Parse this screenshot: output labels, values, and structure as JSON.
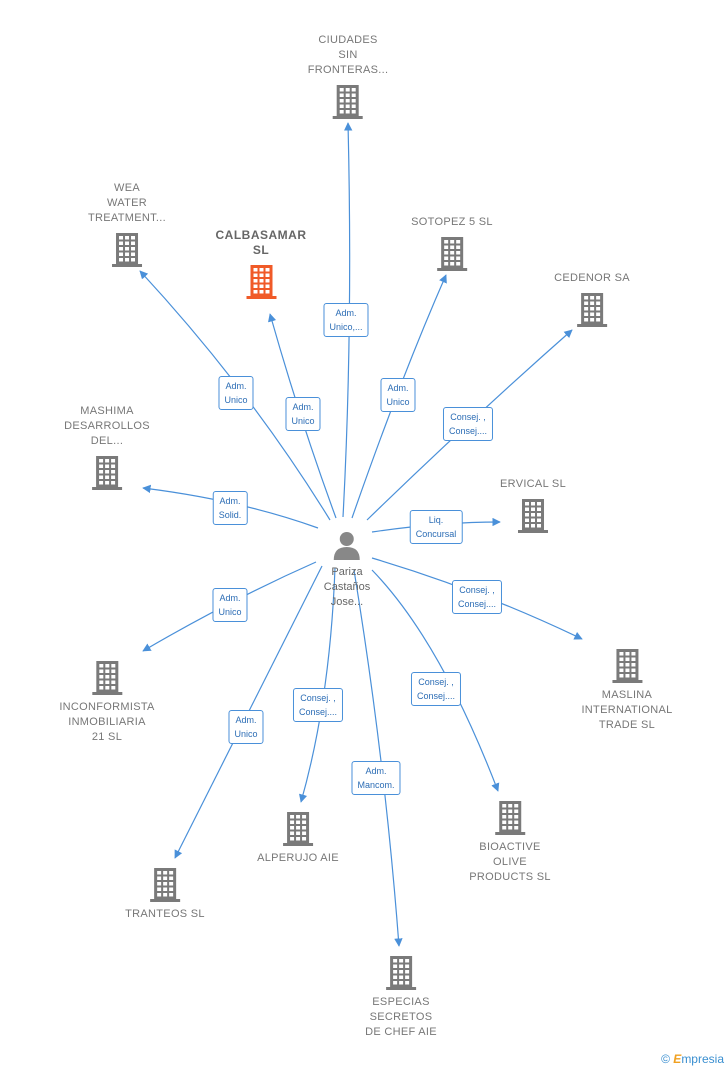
{
  "colors": {
    "edge": "#4a90d9",
    "building": "#7a7a7a",
    "highlight": "#f05a28",
    "person": "#888888"
  },
  "person": {
    "name": "Pariza\nCastaños\nJose...",
    "icon": "person-icon"
  },
  "companies": [
    {
      "id": "ciudades",
      "name": "CIUDADES\nSIN\nFRONTERAS...",
      "icon": "building-icon"
    },
    {
      "id": "wea",
      "name": "WEA\nWATER\nTREATMENT...",
      "icon": "building-icon"
    },
    {
      "id": "calbasamar",
      "name": "CALBASAMAR\nSL",
      "icon": "building-icon",
      "highlight": true
    },
    {
      "id": "sotopez",
      "name": "SOTOPEZ 5 SL",
      "icon": "building-icon"
    },
    {
      "id": "cedenor",
      "name": "CEDENOR SA",
      "icon": "building-icon"
    },
    {
      "id": "mashima",
      "name": "MASHIMA\nDESARROLLOS\nDEL...",
      "icon": "building-icon"
    },
    {
      "id": "ervical",
      "name": "ERVICAL SL",
      "icon": "building-icon"
    },
    {
      "id": "inconformista",
      "name": "INCONFORMISTA\nINMOBILIARIA\n21  SL",
      "icon": "building-icon"
    },
    {
      "id": "maslina",
      "name": "MASLINA\nINTERNATIONAL\nTRADE  SL",
      "icon": "building-icon"
    },
    {
      "id": "alperujo",
      "name": "ALPERUJO AIE",
      "icon": "building-icon"
    },
    {
      "id": "bioactive",
      "name": "BIOACTIVE\nOLIVE\nPRODUCTS  SL",
      "icon": "building-icon"
    },
    {
      "id": "tranteos",
      "name": "TRANTEOS  SL",
      "icon": "building-icon"
    },
    {
      "id": "especias",
      "name": "ESPECIAS\nSECRETOS\nDE CHEF AIE",
      "icon": "building-icon"
    }
  ],
  "relations": [
    {
      "to": "ciudades",
      "role": "Adm.\nUnico,..."
    },
    {
      "to": "wea",
      "role": "Adm.\nUnico"
    },
    {
      "to": "calbasamar",
      "role": "Adm.\nUnico"
    },
    {
      "to": "sotopez",
      "role": "Adm.\nUnico"
    },
    {
      "to": "cedenor",
      "role": "Consej. ,\nConsej...."
    },
    {
      "to": "mashima",
      "role": "Adm.\nSolid."
    },
    {
      "to": "ervical",
      "role": "Liq.\nConcursal"
    },
    {
      "to": "inconformista",
      "role": "Adm.\nUnico"
    },
    {
      "to": "maslina",
      "role": "Consej. ,\nConsej...."
    },
    {
      "to": "alperujo",
      "role": "Consej. ,\nConsej...."
    },
    {
      "to": "bioactive",
      "role": "Consej. ,\nConsej...."
    },
    {
      "to": "tranteos",
      "role": "Adm.\nUnico"
    },
    {
      "to": "especias",
      "role": "Adm.\nMancom."
    }
  ],
  "footer": {
    "copyright": "©",
    "brand_first": "E",
    "brand_rest": "mpresia"
  }
}
